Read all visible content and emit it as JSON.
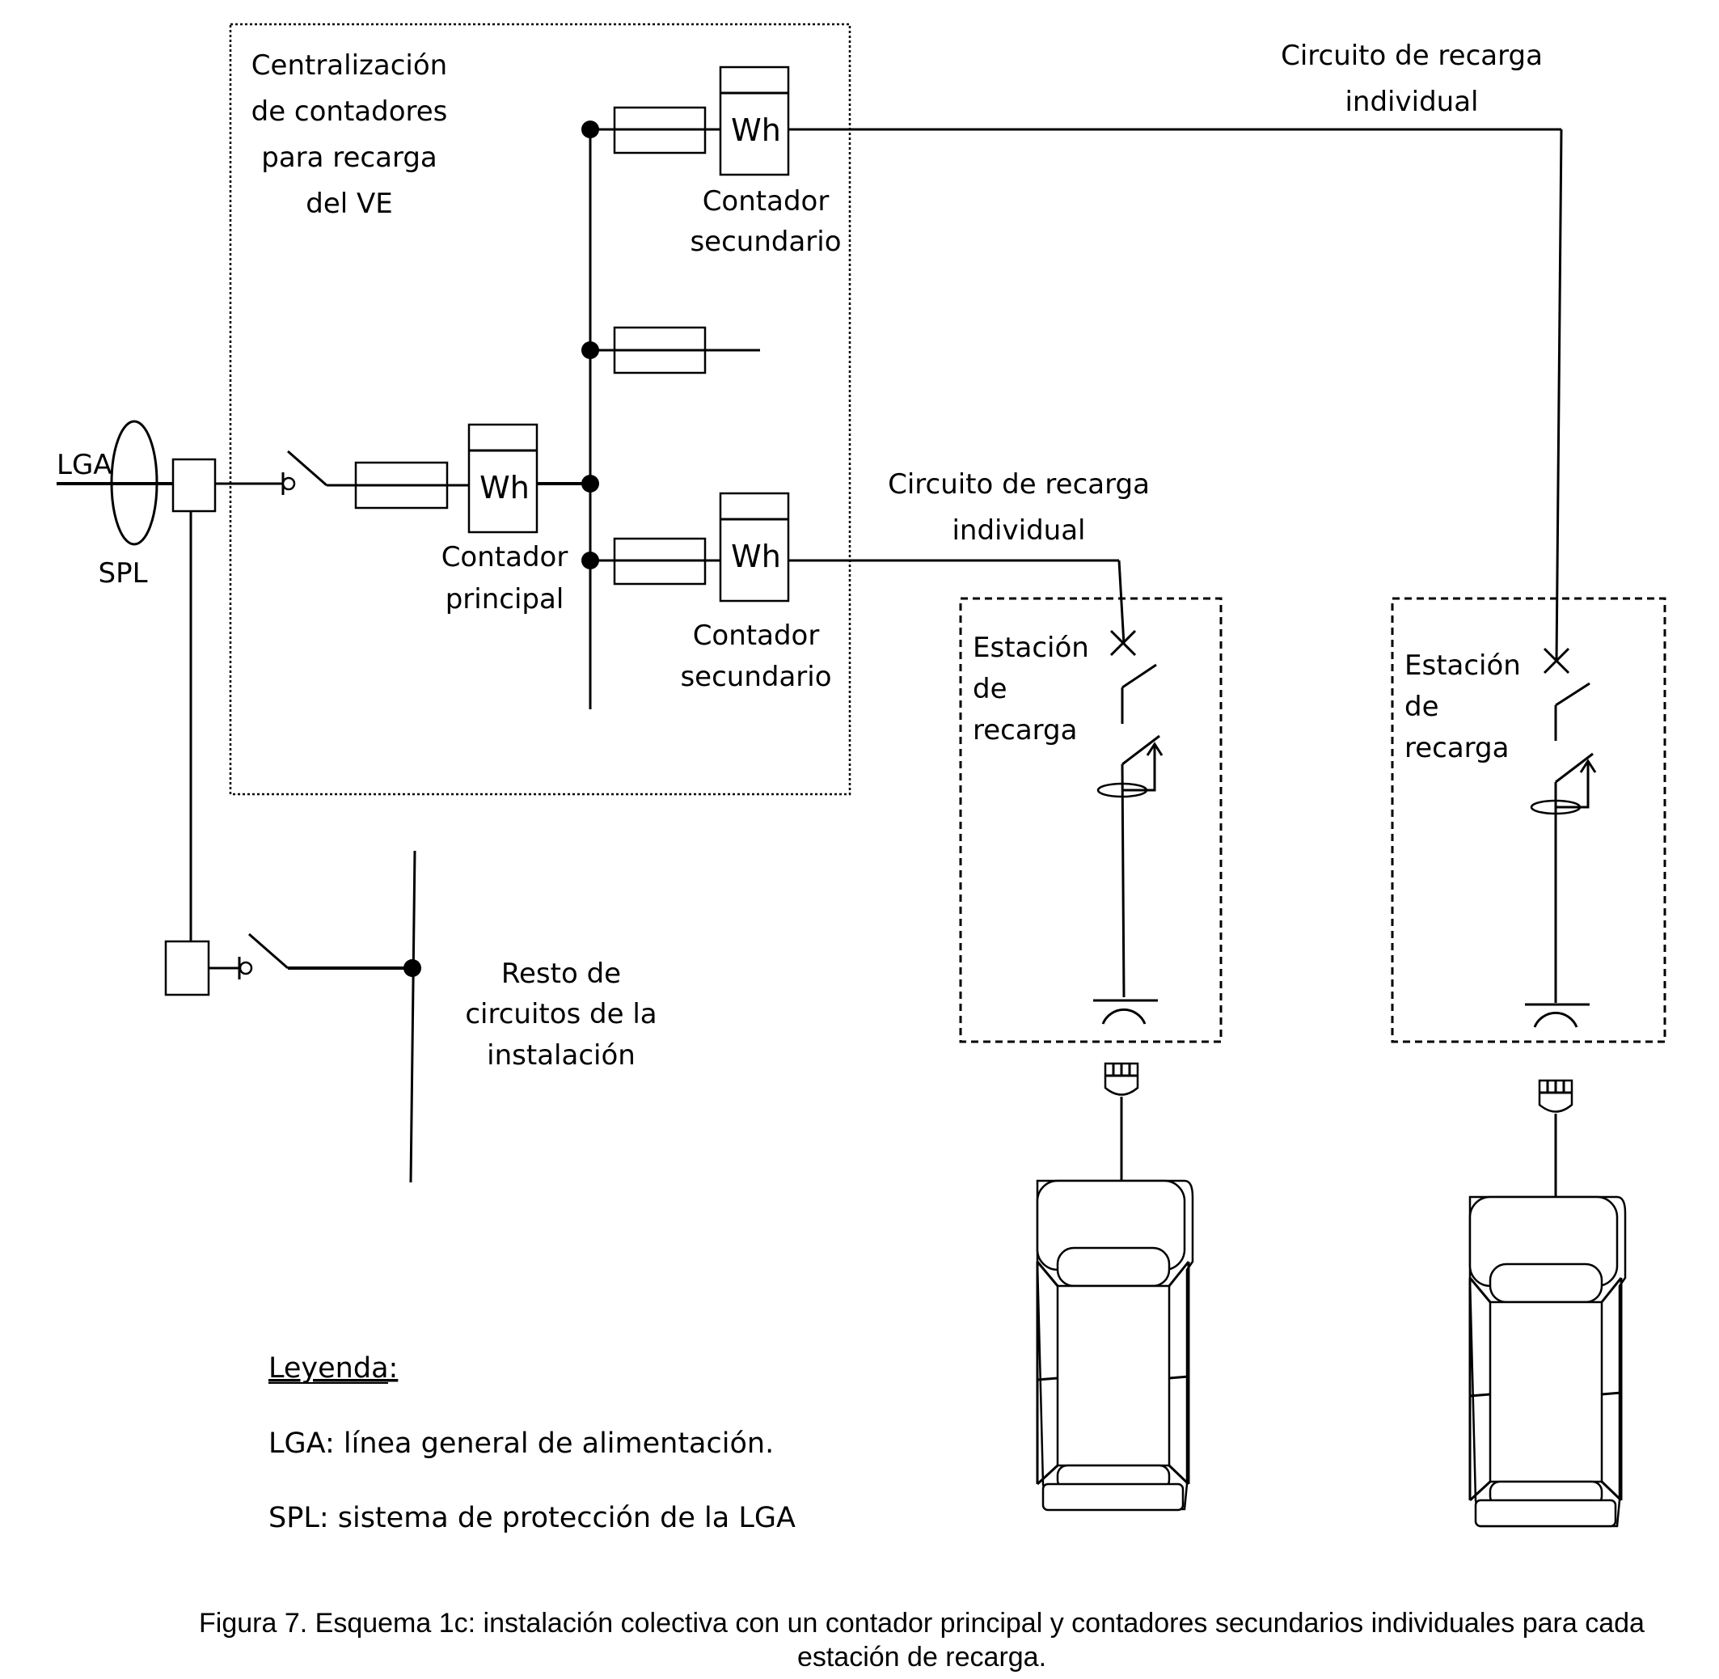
{
  "labels": {
    "lga": "LGA",
    "spl": "SPL",
    "centralizacion": [
      "Centralización",
      "de contadores",
      "para recarga",
      "del VE"
    ],
    "meter_unit": "Wh",
    "contador_principal": [
      "Contador",
      "principal"
    ],
    "contador_secundario": [
      "Contador",
      "secundario"
    ],
    "circuito_recarga": [
      "Circuito de recarga",
      "individual"
    ],
    "estacion_recarga": [
      "Estación",
      "de",
      "recarga"
    ],
    "resto_circuitos": [
      "Resto de",
      "circuitos de la",
      "instalación"
    ]
  },
  "legend": {
    "title": "Leyenda:",
    "items": [
      "LGA: línea general de alimentación.",
      "SPL: sistema de protección de la LGA"
    ]
  },
  "caption": [
    "Figura 7. Esquema 1c: instalación colectiva con un contador principal y contadores secundarios individuales para cada",
    "estación de recarga."
  ]
}
